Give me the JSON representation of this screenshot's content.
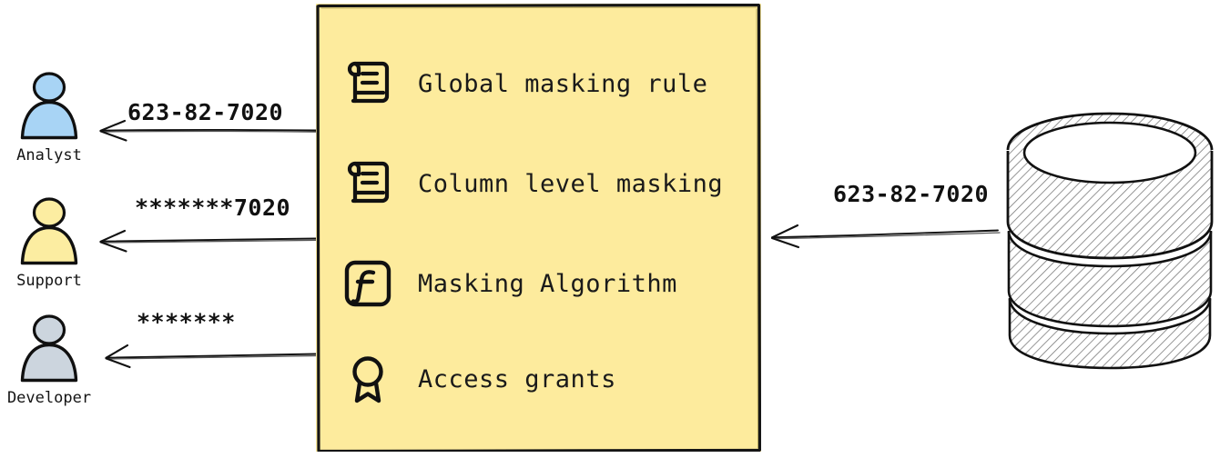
{
  "diagram": {
    "type": "data-masking-flow",
    "background": "#ffffff",
    "accent_panel_color": "#fdeb9d",
    "stroke_color": "#111111"
  },
  "actors": [
    {
      "id": "analyst",
      "label": "Analyst",
      "icon": "person-icon",
      "color": "#a8d4f5",
      "flow_label": "623-82-7020",
      "masked": false
    },
    {
      "id": "support",
      "label": "Support",
      "icon": "person-icon",
      "color": "#fceda1",
      "flow_label": "*******7020",
      "masked": true
    },
    {
      "id": "developer",
      "label": "Developer",
      "icon": "person-icon",
      "color": "#ccd5de",
      "flow_label": "*******",
      "masked": true
    }
  ],
  "policy_panel": {
    "rows": [
      {
        "icon": "scroll-document-icon",
        "label": "Global masking rule"
      },
      {
        "icon": "scroll-document-icon",
        "label": "Column level masking"
      },
      {
        "icon": "function-f-icon",
        "label": "Masking Algorithm"
      },
      {
        "icon": "award-ribbon-icon",
        "label": "Access grants"
      }
    ]
  },
  "database": {
    "icon": "database-cylinder-icon",
    "label": "",
    "flow_label": "623-82-7020"
  }
}
